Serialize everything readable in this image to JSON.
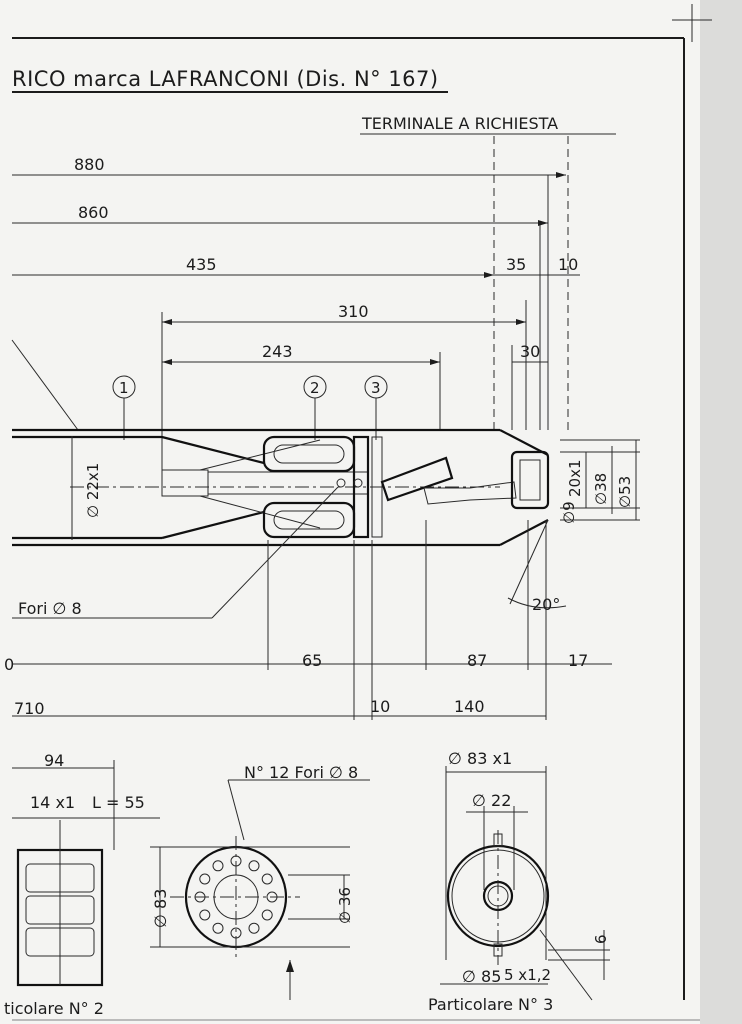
{
  "title": "RICO marca LAFRANCONI (Dis. N° 167)",
  "terminal_note": "TERMINALE A RICHIESTA",
  "dimensions": {
    "d880": "880",
    "d860": "860",
    "d435": "435",
    "d35": "35",
    "d10a": "10",
    "d310": "310",
    "d243": "243",
    "d30": "30",
    "d65": "65",
    "d87": "87",
    "d17": "17",
    "d710": "710",
    "d10b": "10",
    "d140": "140",
    "d0": "0",
    "d94": "94",
    "phi22x1": "∅ 22x1",
    "d20x1": "20x1",
    "phi38": "∅38",
    "phi53": "∅53",
    "phi9": "∅9",
    "angle": "20°",
    "holes8": "Fori ∅ 8"
  },
  "callouts": [
    "1",
    "2",
    "3"
  ],
  "particolare2": {
    "spec": "14 x1",
    "length": "L = 55",
    "diameter": "∅ 83",
    "label": "ticolare N° 2"
  },
  "flange": {
    "holes": "N° 12 Fori ∅ 8",
    "inner_diameter": "∅ 36"
  },
  "particolare3": {
    "outer": "∅ 83 x1",
    "inner": "∅ 22",
    "base": "∅ 85",
    "thickness": "5 x1,2",
    "height": "6",
    "label": "Particolare N° 3"
  }
}
